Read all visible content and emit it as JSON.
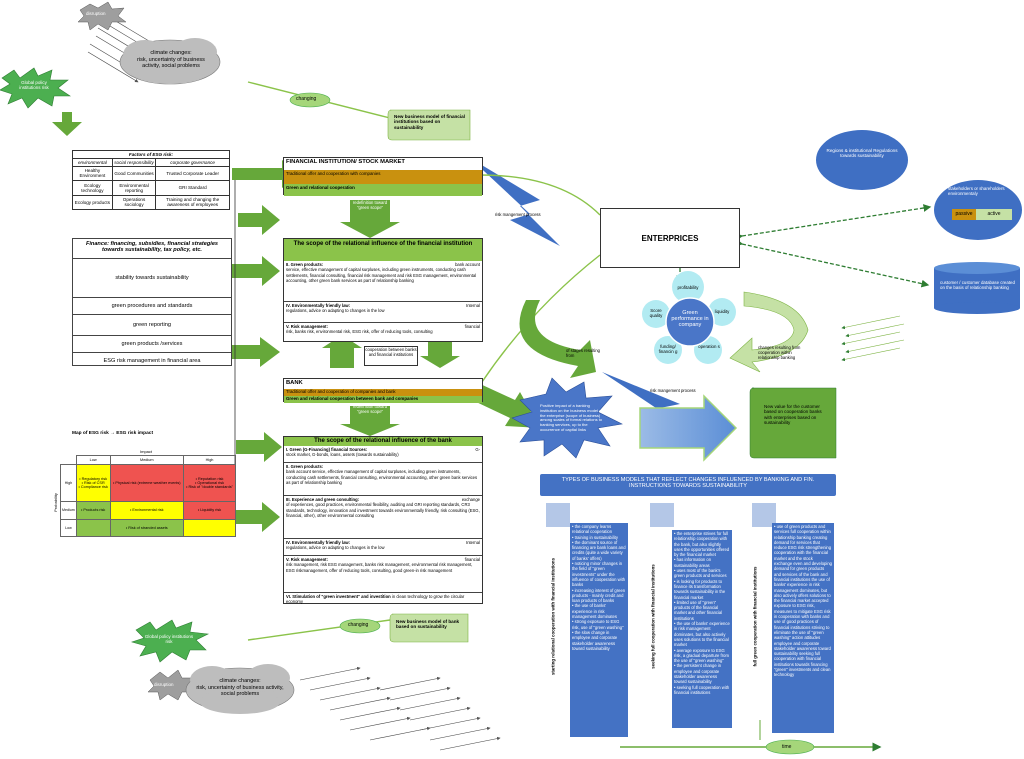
{
  "clouds": {
    "top": "climate changes:\nrisk, uncertainty of business activity, social problems",
    "bottom": "climate changes:\nrisk, uncertainty of business activity, social problems"
  },
  "burst_disruption": "disruption",
  "burst_policy": "Global policy institutions risk",
  "changing": "changing",
  "time": "time",
  "new_model_fin": "New business model of financial institutions based on sustainability",
  "new_model_bank": "New business model of bank based on  sustainability",
  "esg": {
    "title": "Factors of ESG risk:",
    "header": [
      "environmental",
      "social responsibility",
      "corporate governance"
    ],
    "rows": [
      [
        "Healthy Environment",
        "Good Communities",
        "Trusted Corporate Leader"
      ],
      [
        "Ecology technology",
        "Environmental reporting",
        "GRI Standard"
      ],
      [
        "Ecology products",
        "Operations sociology",
        "Training and changing the awareness of employees"
      ]
    ]
  },
  "finance": {
    "title": "Finance: financing, subsidies, financial strategies towards sustainability, tax policy, etc.",
    "items": [
      "stability towards sustainability",
      "green procedures and standards",
      "green reporting",
      "green products /services",
      "ESG risk management in financial area"
    ]
  },
  "map": {
    "title": "Map of ESG risk → ESG risk impact",
    "impact": "Impact",
    "probability": "Probability",
    "cols": [
      "Low",
      "Medium",
      "High"
    ],
    "rows": [
      "High",
      "Medium",
      "Low"
    ],
    "cells": [
      [
        "• Regulatory risk\n• Risk of CSR\n• Compliance risk",
        "• Physical risk (extreme weather events)",
        "• Reputation risk\n• Operational risk\n• Risk of \"double standards\""
      ],
      [
        "• Products risk",
        "• Environmental risk",
        "• Liquidity risk"
      ],
      [
        "",
        "• Risk of stranded assets",
        ""
      ]
    ]
  },
  "fi": {
    "title": "FINANCIAL INSTITUTION/ STOCK MARKET",
    "traditional": "Traditional offer and cooperation with companies",
    "green": "Green and relational cooperation"
  },
  "redef1": "redefinition toward \"green scope\"",
  "redef2": "redefinition toward \"green scope\"",
  "scope_fi": {
    "title": "The scope of the relational influence of the financial institution",
    "s1_head": "II. Green products:",
    "s1_right": "bank account",
    "s1_body": "service, effective management of capital surpluses, including green instruments, conducting cash settlements, financial consulting, financial risk management and risk ESG management, environmental accounting, other green bank services as part of relationship banking",
    "s2_head": "IV. Environmentally friendly law:",
    "s2_right": "Internal",
    "s2_body": "regulations, advice on adapting to changes in the low",
    "s3_head": "V. Risk management:",
    "s3_right": "financial",
    "s3_body": "risk, banks risk, environmental risk, ESG risk, offer of reducing tools, consulting"
  },
  "coop": "cooperation between banks and financial institutions",
  "bank": {
    "title": "BANK",
    "traditional": "Traditional offer and cooperation of companies and bank",
    "green": "Green and relational cooperation between bank and companies"
  },
  "scope_bank": {
    "title": "The scope of the relational influence of the bank",
    "s1_head": "I. Green (G-Financing) financial Sources:",
    "s1_right": "G-",
    "s1_body": "stock market, G-bonds, loans, assets (towards sustainability)",
    "s2_head": "II. Green products:",
    "s2_body": "bank account service, effective management of capital surpluses, including green instruments, conducting cash settlements, financial consulting, environmental accounting, other green bank services as part of relationship banking",
    "s3_head": "III. Experience and green consulting:",
    "s3_right": "exchange",
    "s3_body": "of experiences, good practices, environmental flexibility, auditing and GRI reporting standards, CR3 standards, technology, innovation and investment towards environmentally friendly, risk consulting (ESG, financial, other), other environmental consulting",
    "s4_head": "IV. Environmentally friendly law:",
    "s4_right": "Internal",
    "s4_body": "regulations, advice on adapting to changes in the low",
    "s5_head": "V. Risk management:",
    "s5_right": "financial",
    "s5_body": "risk management, risk ESG management, banks risk management, environmental risk management, ESG riskmanagement, offer of reducing tools, consulting, good green-in risk management",
    "s6_head": "VI. Stimulation of \"green investment\" and investition",
    "s6_body": "in clean technology to grow the circular economy"
  },
  "rmp1": "risk mangement process",
  "rmp2": "risk mangement process",
  "enterprises": "ENTERPRICES",
  "regions": "Regions & institutional Regulations towards sustainability",
  "stakeholders": {
    "text": "stakeholders or shareholders environmentaly",
    "passive": "passive",
    "active": "active"
  },
  "database": "customer / customer database created on the basis of relationship banking",
  "perf": {
    "center": "Green performance in company",
    "items": [
      "profitability",
      "liquidity",
      "operation s",
      "funding/ financin g",
      "Score quality"
    ]
  },
  "stages": "of stages resulting from",
  "changes": "changes resulting from cooperation within relationship banking",
  "positive": "Positive impact of a banking institution on the business model of the enterprise (scope of business) among scales of formal relations to banking services, up to the occurrence of capital links",
  "new_value": "New value for the customer based on cooperation banks with enterprises based on sustainability",
  "types_title": "TYPES OF BUSINESS MODELS THAT REFLECT CHANGES INFLUENCED BY BANKING  AND FIN. INSTRUCTIONS TOWARDS SUSTAINABILITY",
  "side1": "starting relational cooperation with financial institutions",
  "side2": "seeking full cooperation with financial institutions",
  "side3": "full green cooperation with financial institutions",
  "col1": [
    "• the company learns relational cooperation",
    "• training in sustainability",
    "• the dominant source of financing are bank loans and credits (quite a wide variety of banks' offers)",
    "• noticing minor changes in the field of \"green investments\" under the influence of cooperation with banks",
    "• increasing interest of green products - mainly credit and loan products of banks",
    "• the use of banks' experience in risk management dominates",
    "• strong exposure to ESG risk, use of \"green washing\"",
    "• the slow change in employee and corporate stakeholder awareness toward sustainability"
  ],
  "col2": [
    "• the enterprise strives for full relationship cooperation with the bank, but also slightly uses the opportunities offered by the financial market",
    "• has information on sustainability areas",
    "• uses most of the bank's green products and services",
    "• is looking for products to finance its transformation towards sustainability in the financial market",
    "• limited use of \"green\" products of the financial market and other financial institutions",
    "• the use of banks' experience in risk management dominates, but also actively uses solutions to the financial market",
    "• average exposure to ESG risk, a gradual departure from the use of \"green washing\"",
    "• the persistent change in employee and corporate stakeholder awareness toward sustainability",
    "• seeking full cooperation with financial institutions"
  ],
  "col3": [
    "• use of green products and services full cooperation within relationship banking creating demand for services that reduce ESG risk strengthening cooperation with the financial market and the stock exchange even and developing demand for green products and services of the bank and financial institutions the use of banks' experience in risk management dominates, but also actively offers solutions to the financial market accepted exposure to ESG risk, measures to mitigate ESG risk in cooperation with banks and use of good practices of financial institutions striving to eliminate the use of \"green washing\" action attitudes employee and corporate stakeholder awareness toward sustainability seeking full cooperation with financial institutions towards financing \"green\" investments and clean technology"
  ]
}
